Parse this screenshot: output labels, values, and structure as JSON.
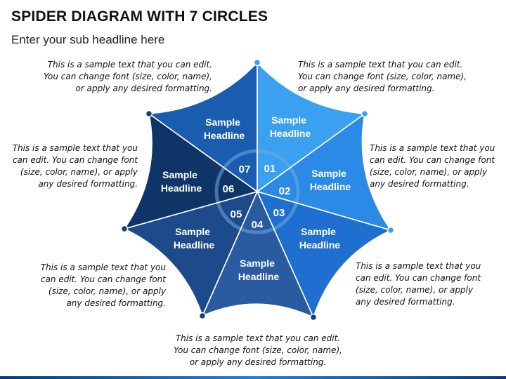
{
  "title": "SPIDER DIAGRAM WITH 7 CIRCLES",
  "subtitle": "Enter your sub headline here",
  "segments": [
    {
      "number": "01",
      "headline_line1": "Sample",
      "headline_line2": "Headline",
      "color": "#3aa0ef"
    },
    {
      "number": "02",
      "headline_line1": "Sample",
      "headline_line2": "Headline",
      "color": "#2b8ae6"
    },
    {
      "number": "03",
      "headline_line1": "Sample",
      "headline_line2": "Headline",
      "color": "#1f6fd0"
    },
    {
      "number": "04",
      "headline_line1": "Sample",
      "headline_line2": "Headline",
      "color": "#2a5aa0"
    },
    {
      "number": "05",
      "headline_line1": "Sample",
      "headline_line2": "Headline",
      "color": "#1d4a8a"
    },
    {
      "number": "06",
      "headline_line1": "Sample",
      "headline_line2": "Headline",
      "color": "#0f3568"
    },
    {
      "number": "07",
      "headline_line1": "Sample",
      "headline_line2": "Headline",
      "color": "#1a5cb0"
    }
  ],
  "notes": {
    "top_left": [
      "This is a sample text that you can edit.",
      "You can change font (size, color, name),",
      "or apply any desired formatting."
    ],
    "top_right": [
      "This is a sample text that you can edit.",
      "You can change font (size, color, name),",
      "or apply any desired formatting."
    ],
    "mid_left": [
      "This is a sample text that you",
      "can edit. You can change font",
      "(size, color, name), or apply",
      "any desired formatting."
    ],
    "mid_right": [
      "This is a sample text that you",
      "can edit. You can change font",
      "(size, color, name), or apply",
      "any desired formatting."
    ],
    "low_left": [
      "This is a sample text that you",
      "can edit. You can change font",
      "(size, color, name), or apply",
      "any desired formatting."
    ],
    "low_right": [
      "This is a sample text that you",
      "can edit. You can change font",
      "(size, color, name), or apply",
      "any desired formatting."
    ],
    "bottom": [
      "This is a sample text that you can edit.",
      "You can change font (size, color, name),",
      "or apply any desired formatting."
    ]
  },
  "colors": {
    "ring": "#6ea9e0",
    "node_blue": "#3aa0ef",
    "node_dark": "#1d3e78"
  }
}
